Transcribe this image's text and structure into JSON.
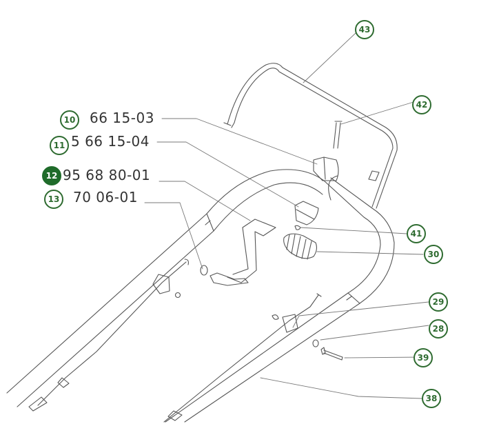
{
  "colors": {
    "accent": "#2e6b30",
    "filled": "#1f6b2a",
    "line": "#555555",
    "text": "#333333"
  },
  "part_rows": [
    {
      "callout": "10",
      "filled": false,
      "part_number": "66 15-03"
    },
    {
      "callout": "11",
      "filled": false,
      "part_number": "5 66 15-04"
    },
    {
      "callout": "12",
      "filled": true,
      "part_number": "95 68 80-01"
    },
    {
      "callout": "13",
      "filled": false,
      "part_number": "70 06-01"
    }
  ],
  "callouts": [
    "43",
    "42",
    "41",
    "30",
    "29",
    "28",
    "39",
    "38"
  ]
}
